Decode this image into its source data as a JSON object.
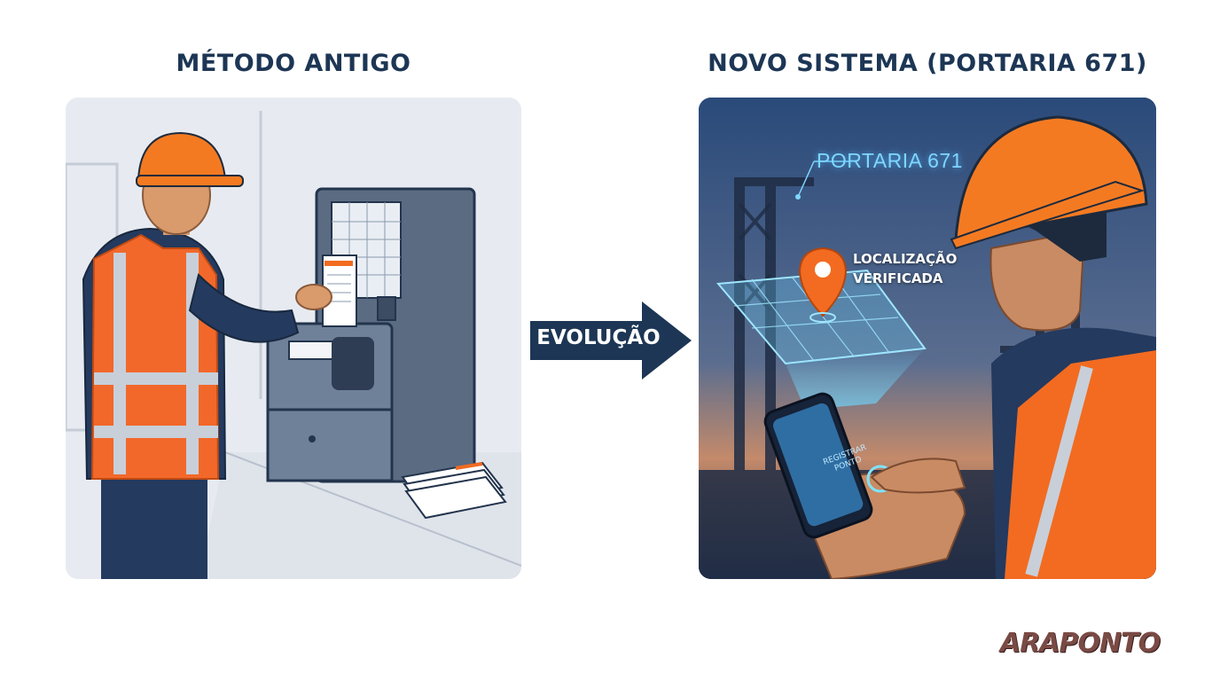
{
  "left": {
    "title": "MÉTODO ANTIGO"
  },
  "right": {
    "title": "NOVO SISTEMA (PORTARIA 671)",
    "hud_title": "PORTARIA 671",
    "location_line1": "LOCALIZAÇÃO",
    "location_line2": "VERIFICADA",
    "phone_line1": "REGISTRAR",
    "phone_line2": "PONTO"
  },
  "arrow": {
    "label": "EVOLUÇÃO"
  },
  "brand": {
    "logo": "ARAPONTO"
  },
  "colors": {
    "heading": "#1d3655",
    "arrow": "#1d3655",
    "accent_orange": "#f26b21",
    "hud_cyan": "#7fd6ff",
    "logo": "#7a4a44"
  }
}
